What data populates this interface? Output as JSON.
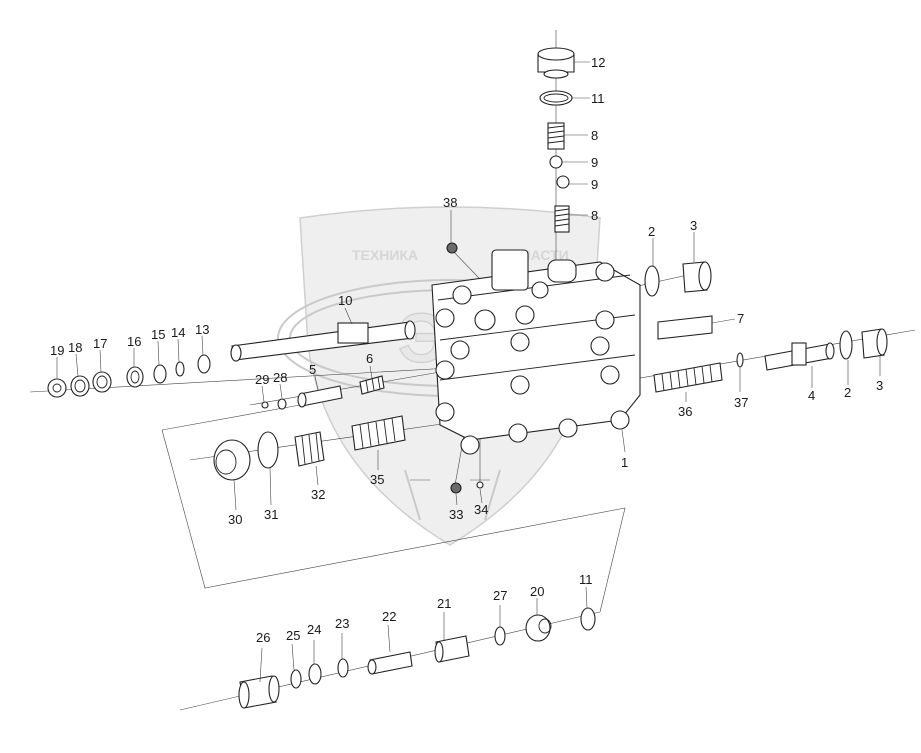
{
  "diagram": {
    "watermark": {
      "left_word": "ТЕХНИКА",
      "right_word": "ЗАПЧАСТИ",
      "logo_letters": "ЭТБ"
    },
    "callouts": [
      {
        "id": "c12",
        "text": "12"
      },
      {
        "id": "c11a",
        "text": "11"
      },
      {
        "id": "c8a",
        "text": "8"
      },
      {
        "id": "c9a",
        "text": "9"
      },
      {
        "id": "c9b",
        "text": "9"
      },
      {
        "id": "c8b",
        "text": "8"
      },
      {
        "id": "c38",
        "text": "38"
      },
      {
        "id": "c2a",
        "text": "2"
      },
      {
        "id": "c3a",
        "text": "3"
      },
      {
        "id": "c7",
        "text": "7"
      },
      {
        "id": "c10",
        "text": "10"
      },
      {
        "id": "c6",
        "text": "6"
      },
      {
        "id": "c5",
        "text": "5"
      },
      {
        "id": "c29",
        "text": "29"
      },
      {
        "id": "c28",
        "text": "28"
      },
      {
        "id": "c19",
        "text": "19"
      },
      {
        "id": "c18",
        "text": "18"
      },
      {
        "id": "c17",
        "text": "17"
      },
      {
        "id": "c16",
        "text": "16"
      },
      {
        "id": "c15",
        "text": "15"
      },
      {
        "id": "c14",
        "text": "14"
      },
      {
        "id": "c13",
        "text": "13"
      },
      {
        "id": "c36",
        "text": "36"
      },
      {
        "id": "c37",
        "text": "37"
      },
      {
        "id": "c4",
        "text": "4"
      },
      {
        "id": "c2b",
        "text": "2"
      },
      {
        "id": "c3b",
        "text": "3"
      },
      {
        "id": "c1",
        "text": "1"
      },
      {
        "id": "c30",
        "text": "30"
      },
      {
        "id": "c31",
        "text": "31"
      },
      {
        "id": "c32",
        "text": "32"
      },
      {
        "id": "c35",
        "text": "35"
      },
      {
        "id": "c33",
        "text": "33"
      },
      {
        "id": "c34",
        "text": "34"
      },
      {
        "id": "c26",
        "text": "26"
      },
      {
        "id": "c25",
        "text": "25"
      },
      {
        "id": "c24",
        "text": "24"
      },
      {
        "id": "c23",
        "text": "23"
      },
      {
        "id": "c22",
        "text": "22"
      },
      {
        "id": "c21",
        "text": "21"
      },
      {
        "id": "c27",
        "text": "27"
      },
      {
        "id": "c20",
        "text": "20"
      },
      {
        "id": "c11b",
        "text": "11"
      }
    ]
  }
}
